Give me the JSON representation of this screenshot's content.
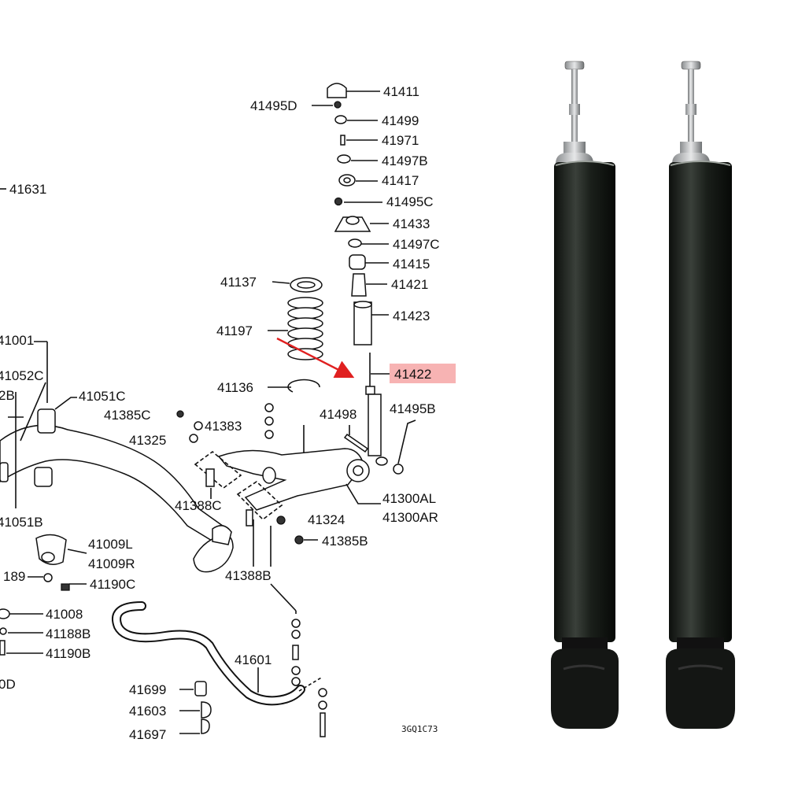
{
  "diagram": {
    "code": "3GQ1C73",
    "highlight": {
      "label": "41422",
      "color": "#f7b3b3"
    },
    "arrow_color": "#e02020",
    "labels": [
      "41411",
      "41495D",
      "41499",
      "41971",
      "41497B",
      "41417",
      "41495C",
      "41433",
      "41497C",
      "41415",
      "41421",
      "41423",
      "41137",
      "41197",
      "41422",
      "41136",
      "41495B",
      "41498",
      "41631",
      "41001",
      "41052C",
      "2B",
      "41051C",
      "41385C",
      "41383",
      "41325",
      "41388C",
      "41300AL",
      "41300AR",
      "41324",
      "41385B",
      "41051B",
      "41009L",
      "41009R",
      "189",
      "41190C",
      "41008",
      "41188B",
      "41190B",
      "0D",
      "41388B",
      "41601",
      "41699",
      "41603",
      "41697"
    ]
  },
  "photo": {
    "subject": "rear-shock-absorber-pair",
    "body_color": "#1a1f1a",
    "rod_color": "#c9cbcc"
  }
}
